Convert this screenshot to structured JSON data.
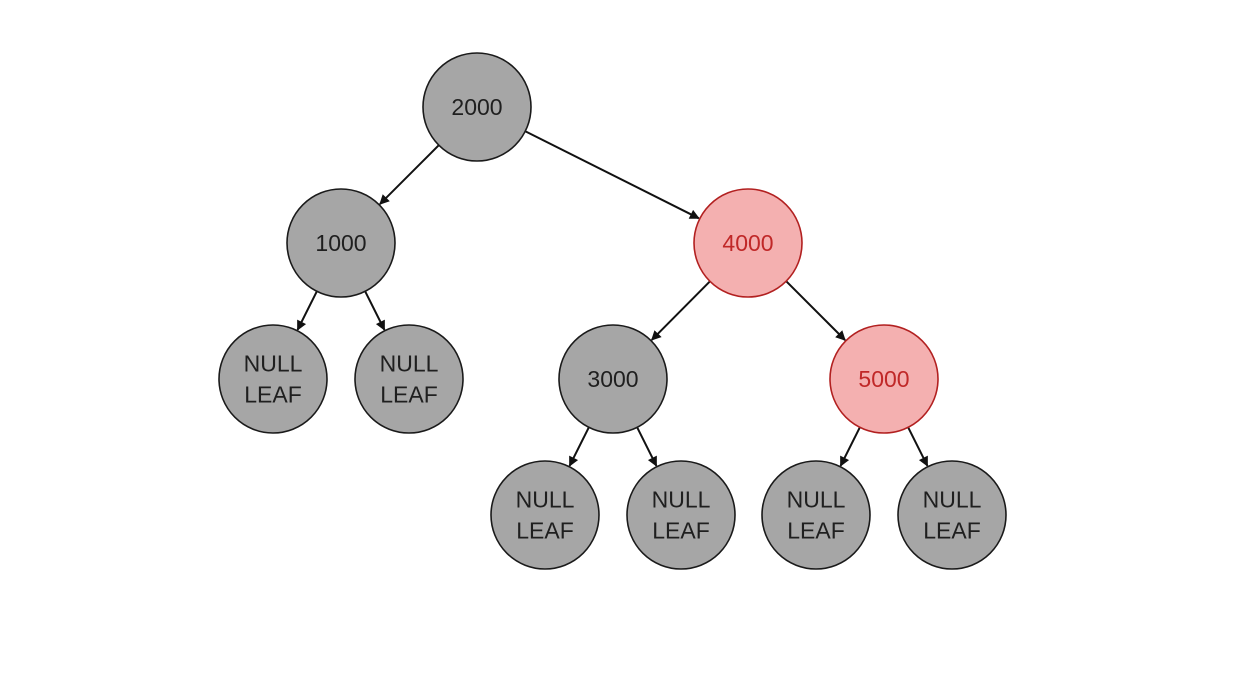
{
  "colors": {
    "black_fill": "#a6a6a6",
    "black_stroke": "#1a1a1a",
    "black_text": "#1f1f1f",
    "red_fill": "#f4b0b0",
    "red_stroke": "#b22020",
    "red_text": "#c02828",
    "edge": "#111111",
    "background": "#ffffff"
  },
  "tree": {
    "nodes": [
      {
        "id": "n2000",
        "lines": [
          "2000"
        ],
        "color": "black"
      },
      {
        "id": "n1000",
        "lines": [
          "1000"
        ],
        "color": "black"
      },
      {
        "id": "n4000",
        "lines": [
          "4000"
        ],
        "color": "red"
      },
      {
        "id": "leaf1",
        "lines": [
          "NULL",
          "LEAF"
        ],
        "color": "black"
      },
      {
        "id": "leaf2",
        "lines": [
          "NULL",
          "LEAF"
        ],
        "color": "black"
      },
      {
        "id": "n3000",
        "lines": [
          "3000"
        ],
        "color": "black"
      },
      {
        "id": "n5000",
        "lines": [
          "5000"
        ],
        "color": "red"
      },
      {
        "id": "leaf3",
        "lines": [
          "NULL",
          "LEAF"
        ],
        "color": "black"
      },
      {
        "id": "leaf4",
        "lines": [
          "NULL",
          "LEAF"
        ],
        "color": "black"
      },
      {
        "id": "leaf5",
        "lines": [
          "NULL",
          "LEAF"
        ],
        "color": "black"
      },
      {
        "id": "leaf6",
        "lines": [
          "NULL",
          "LEAF"
        ],
        "color": "black"
      }
    ],
    "edges": [
      {
        "from": "n2000",
        "to": "n1000"
      },
      {
        "from": "n2000",
        "to": "n4000"
      },
      {
        "from": "n1000",
        "to": "leaf1"
      },
      {
        "from": "n1000",
        "to": "leaf2"
      },
      {
        "from": "n4000",
        "to": "n3000"
      },
      {
        "from": "n4000",
        "to": "n5000"
      },
      {
        "from": "n3000",
        "to": "leaf3"
      },
      {
        "from": "n3000",
        "to": "leaf4"
      },
      {
        "from": "n5000",
        "to": "leaf5"
      },
      {
        "from": "n5000",
        "to": "leaf6"
      }
    ]
  }
}
